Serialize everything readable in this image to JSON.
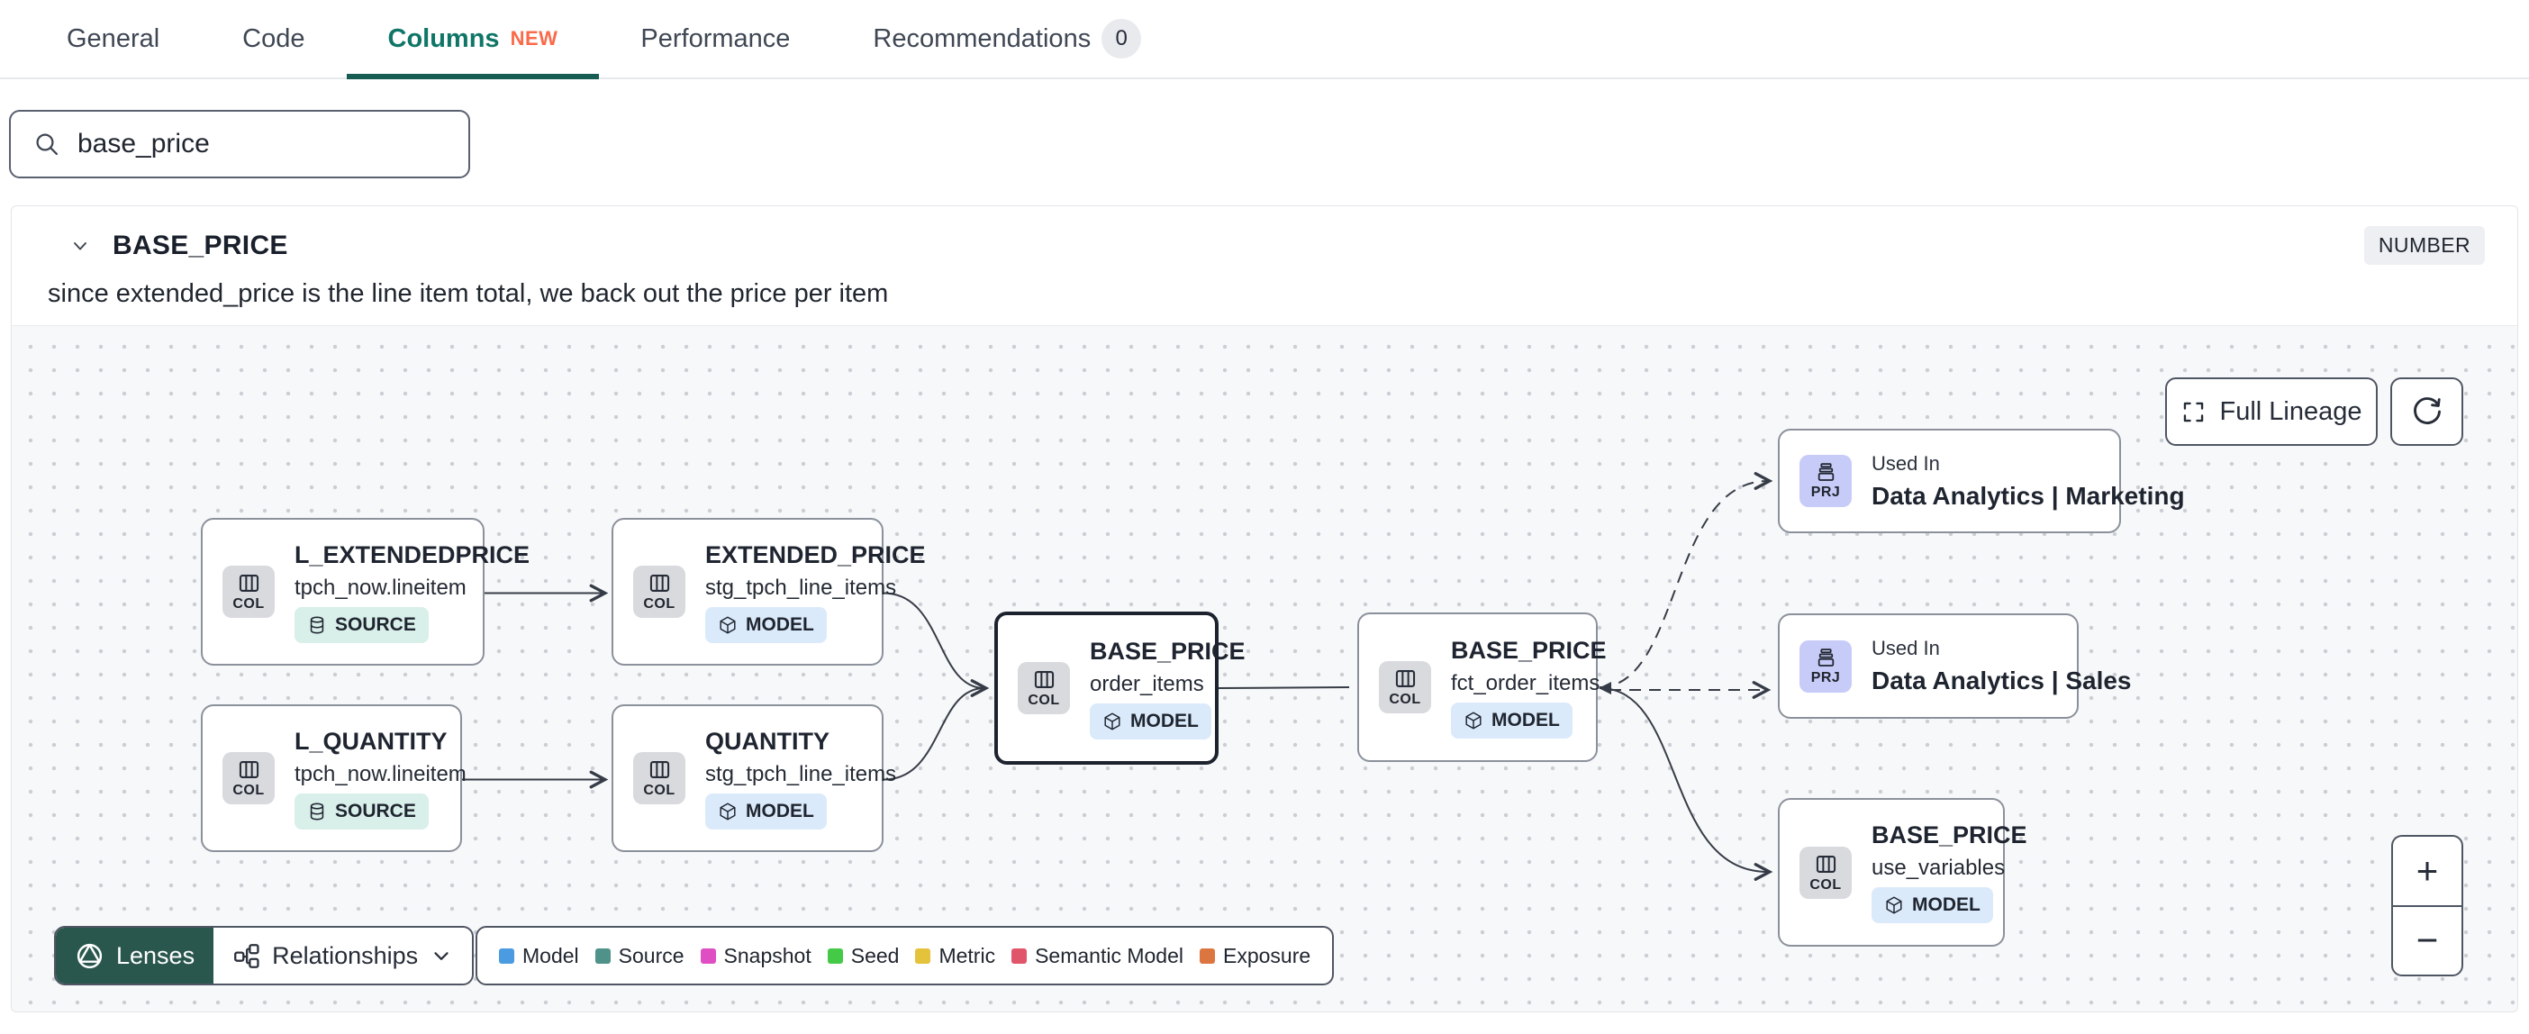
{
  "tabs": [
    {
      "label": "General"
    },
    {
      "label": "Code"
    },
    {
      "label": "Columns",
      "badge": "NEW",
      "active": true
    },
    {
      "label": "Performance"
    },
    {
      "label": "Recommendations",
      "count": "0"
    }
  ],
  "search": {
    "value": "base_price"
  },
  "column_panel": {
    "name": "BASE_PRICE",
    "type_badge": "NUMBER",
    "description": "since extended_price is the line item total, we back out the price per item"
  },
  "lineage": {
    "controls": {
      "full_lineage_label": "Full Lineage",
      "zoom_in": "+",
      "zoom_out": "−"
    },
    "lenses_label": "Lenses",
    "relationships_label": "Relationships",
    "legend": [
      {
        "label": "Model",
        "color": "#4b9be0"
      },
      {
        "label": "Source",
        "color": "#4f928a"
      },
      {
        "label": "Snapshot",
        "color": "#df4fc3"
      },
      {
        "label": "Seed",
        "color": "#44ca47"
      },
      {
        "label": "Metric",
        "color": "#e5c23c"
      },
      {
        "label": "Semantic Model",
        "color": "#e1556b"
      },
      {
        "label": "Exposure",
        "color": "#dc7640"
      }
    ],
    "nodes": [
      {
        "chip": "COL",
        "title": "L_EXTENDEDPRICE",
        "subtitle": "tpch_now.lineitem",
        "badge": "SOURCE"
      },
      {
        "chip": "COL",
        "title": "EXTENDED_PRICE",
        "subtitle": "stg_tpch_line_items",
        "badge": "MODEL"
      },
      {
        "chip": "COL",
        "title": "L_QUANTITY",
        "subtitle": "tpch_now.lineitem",
        "badge": "SOURCE"
      },
      {
        "chip": "COL",
        "title": "QUANTITY",
        "subtitle": "stg_tpch_line_items",
        "badge": "MODEL"
      },
      {
        "chip": "COL",
        "title": "BASE_PRICE",
        "subtitle": "order_items",
        "badge": "MODEL",
        "selected": true
      },
      {
        "chip": "COL",
        "title": "BASE_PRICE",
        "subtitle": "fct_order_items",
        "badge": "MODEL"
      },
      {
        "chip": "PRJ",
        "kicker": "Used In",
        "title": "Data Analytics | Marketing"
      },
      {
        "chip": "PRJ",
        "kicker": "Used In",
        "title": "Data Analytics | Sales"
      },
      {
        "chip": "COL",
        "title": "BASE_PRICE",
        "subtitle": "use_variables",
        "badge": "MODEL"
      }
    ]
  },
  "icons": {
    "search-icon": "magnifier",
    "chevron-down-icon": "⌄",
    "columns-icon": "▥",
    "database-icon": "cylinder",
    "cube-icon": "⬡",
    "project-icon": "archive-box",
    "expand-icon": "corner-brackets",
    "refresh-icon": "⟳",
    "lenses-icon": "aperture",
    "relationships-icon": "org-chart",
    "zoom-in-icon": "+",
    "zoom-out-icon": "−"
  }
}
